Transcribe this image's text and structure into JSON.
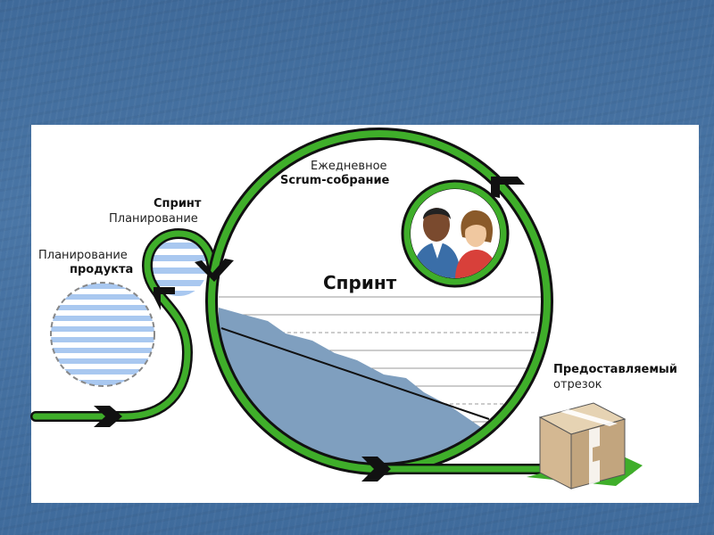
{
  "labels": {
    "product_planning_line1": "Планирование",
    "product_planning_line2": "продукта",
    "sprint_planning_line1": "Спринт",
    "sprint_planning_line2": "Планирование",
    "daily_scrum_line1": "Ежедневное",
    "daily_scrum_line2": "Scrum-собрание",
    "sprint_title": "Спринт",
    "deliverable_line1": "Предоставляемый",
    "deliverable_line2": "отрезок"
  },
  "colors": {
    "background": "#4a76a6",
    "panel": "#ffffff",
    "loop_green": "#3fae2a",
    "loop_outline": "#111111",
    "backlog_stripe": "#a9c8f0",
    "burndown_fill": "#7f9fbf",
    "box": "#d4b892"
  },
  "icons": {
    "people": "people-icon",
    "box": "package-box-icon"
  }
}
